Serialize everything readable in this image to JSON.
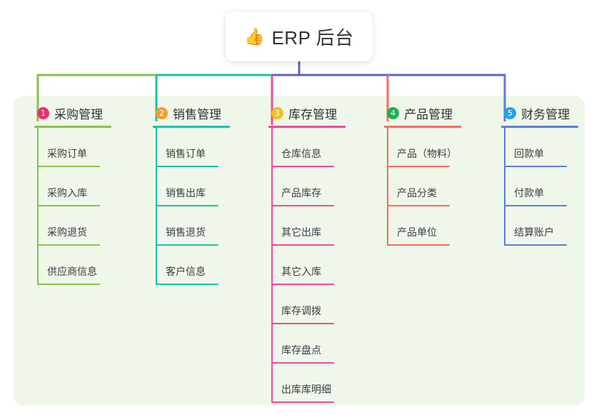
{
  "root": {
    "emoji": "👍",
    "emoji_name": "thumbs-up-icon",
    "title": "ERP 后台"
  },
  "theme": {
    "panel_background": "#eef7e9",
    "page_background": "#ffffff",
    "card_background": "#ffffff",
    "text_color": "#2f3338",
    "trunk_color": "#5b62c8"
  },
  "columns": [
    {
      "index": "1",
      "title": "采购管理",
      "badge_color": "#e8336a",
      "line_color": "#86c34a",
      "bus_color": "#86c34a",
      "items": [
        "采购订单",
        "采购入库",
        "采购退货",
        "供应商信息"
      ]
    },
    {
      "index": "2",
      "title": "销售管理",
      "badge_color": "#f59b2a",
      "line_color": "#1bbfae",
      "bus_color": "#1bbfae",
      "items": [
        "销售订单",
        "销售出库",
        "销售退货",
        "客户信息"
      ]
    },
    {
      "index": "3",
      "title": "库存管理",
      "badge_color": "#f5bd22",
      "line_color": "#ea4c9a",
      "bus_color": "#5b62c8",
      "items": [
        "仓库信息",
        "产品库存",
        "其它出库",
        "其它入库",
        "库存调拨",
        "库存盘点",
        "出库库明细"
      ]
    },
    {
      "index": "4",
      "title": "产品管理",
      "badge_color": "#22ae56",
      "line_color": "#f96a5c",
      "bus_color": "#5b62c8",
      "items": [
        "产品（物料）",
        "产品分类",
        "产品单位"
      ]
    },
    {
      "index": "5",
      "title": "财务管理",
      "badge_color": "#23a5e0",
      "line_color": "#5b7fd4",
      "bus_color": "#5b62c8",
      "items": [
        "回款单",
        "付款单",
        "结算账户"
      ]
    }
  ]
}
